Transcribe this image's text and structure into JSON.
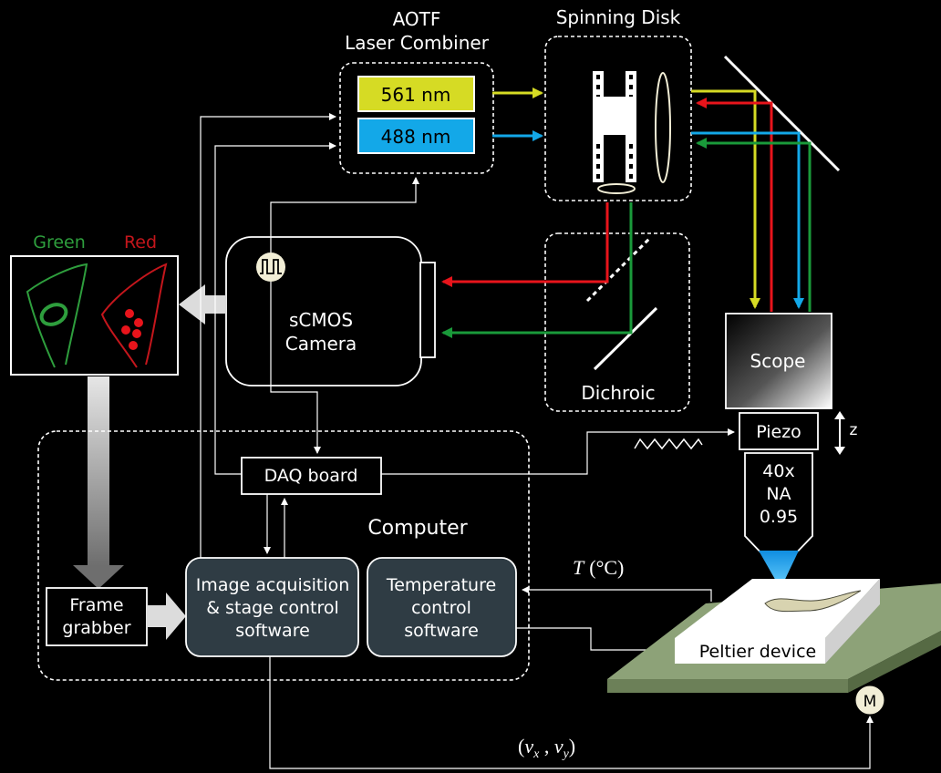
{
  "aotf": {
    "title_line1": "AOTF",
    "title_line2": "Laser Combiner"
  },
  "lasers": [
    {
      "label": "561 nm",
      "color": "#d6db24"
    },
    {
      "label": "488 nm",
      "color": "#13a8e8"
    }
  ],
  "spinning_disk": {
    "title": "Spinning Disk"
  },
  "channels": {
    "green": "Green",
    "red": "Red",
    "green_color": "#2e9e3d",
    "red_color": "#c4161c"
  },
  "camera": {
    "line1": "sCMOS",
    "line2": "Camera"
  },
  "dichroic": {
    "label": "Dichroic"
  },
  "scope": {
    "label": "Scope"
  },
  "piezo": {
    "label": "Piezo",
    "axis": "z"
  },
  "objective": {
    "line1": "40x",
    "line2": "NA",
    "line3": "0.95"
  },
  "computer": {
    "label": "Computer"
  },
  "daq": {
    "label": "DAQ board"
  },
  "frame_grabber": {
    "line1": "Frame",
    "line2": "grabber"
  },
  "acq_software": {
    "line1": "Image acquisition",
    "line2": "& stage control",
    "line3": "software"
  },
  "temp_software": {
    "line1": "Temperature",
    "line2": "control",
    "line3": "software"
  },
  "temperature": {
    "symbol": "T",
    "unit": "(°C)"
  },
  "peltier": {
    "label": "Peltier device"
  },
  "motor": {
    "label": "M"
  },
  "velocity": {
    "open": "(",
    "vx": "v",
    "sub_x": "x",
    "sep": " , ",
    "vy": "v",
    "sub_y": "y",
    "close": ")"
  }
}
